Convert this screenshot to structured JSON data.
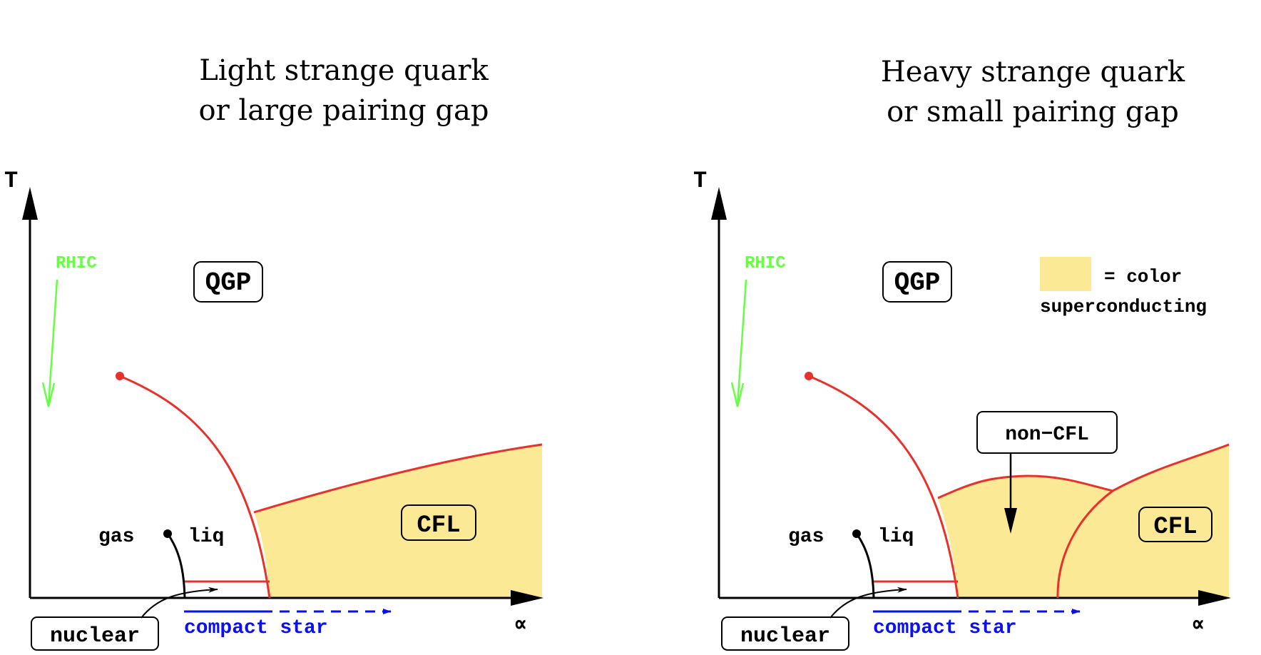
{
  "colors": {
    "axis": "#000000",
    "phase_line": "#e8312a",
    "superconducting_fill": "#fbe995",
    "rhic": "#66ff44",
    "compact_star": "#0a10ee"
  },
  "panels": [
    {
      "title_line1": "Light strange quark",
      "title_line2": "or large pairing gap",
      "y_axis_label": "T",
      "x_axis_label": "∝",
      "rhic_label": "RHIC",
      "qgp_label": "QGP",
      "cfl_label": "CFL",
      "gas_label": "gas",
      "liq_label": "liq",
      "nuclear_label": "nuclear",
      "compact_star_label": "compact star"
    },
    {
      "title_line1": "Heavy strange quark",
      "title_line2": "or small pairing gap",
      "y_axis_label": "T",
      "x_axis_label": "∝",
      "rhic_label": "RHIC",
      "qgp_label": "QGP",
      "cfl_label": "CFL",
      "non_cfl_label": "non−CFL",
      "gas_label": "gas",
      "liq_label": "liq",
      "nuclear_label": "nuclear",
      "compact_star_label": "compact star",
      "legend_line1": "= color",
      "legend_line2": "superconducting"
    }
  ]
}
